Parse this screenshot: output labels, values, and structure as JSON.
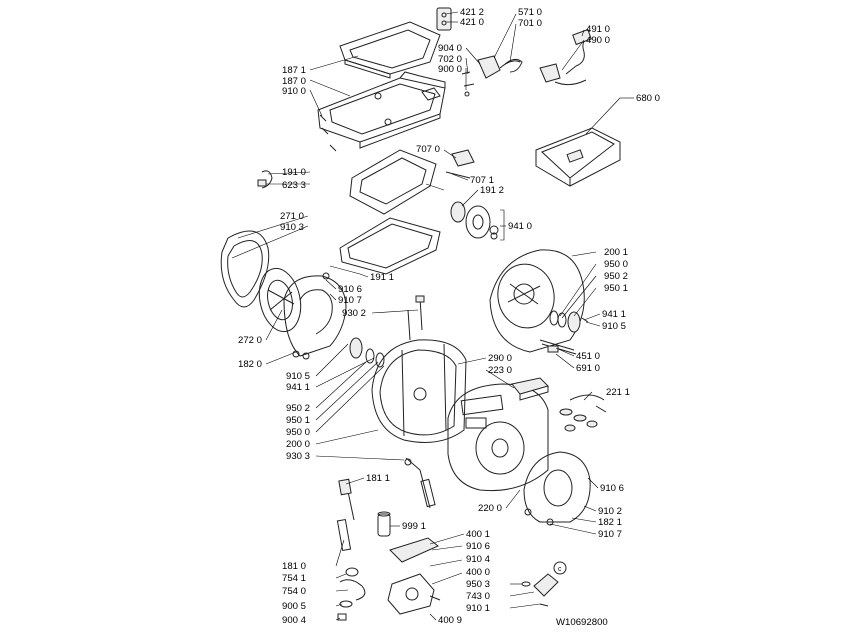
{
  "diagram": {
    "drawing_code": "W10692800",
    "callouts": [
      "421 2",
      "421 0",
      "571 0",
      "701 0",
      "491 0",
      "490 0",
      "904 0",
      "702 0",
      "900 0",
      "187 1",
      "187 0",
      "910 0",
      "680 0",
      "707 0",
      "707 1",
      "191 0",
      "623 3",
      "191 2",
      "271 0",
      "910 3",
      "941 0",
      "200 1",
      "950 0",
      "950 2",
      "950 1",
      "191 1",
      "910 6",
      "910 7",
      "930 2",
      "941 1",
      "910 5",
      "272 0",
      "182 0",
      "451 0",
      "691 0",
      "290 0",
      "223 0",
      "910 5",
      "941 1",
      "221 1",
      "950 2",
      "950 1",
      "950 0",
      "200 0",
      "930 3",
      "181 1",
      "910 6",
      "220 0",
      "910 2",
      "182 1",
      "910 7",
      "999 1",
      "400 1",
      "910 6",
      "910 4",
      "181 0",
      "400 0",
      "754 1",
      "754 0",
      "950 3",
      "743 0",
      "900 5",
      "910 1",
      "900 4",
      "400 9"
    ],
    "marker": "c"
  }
}
